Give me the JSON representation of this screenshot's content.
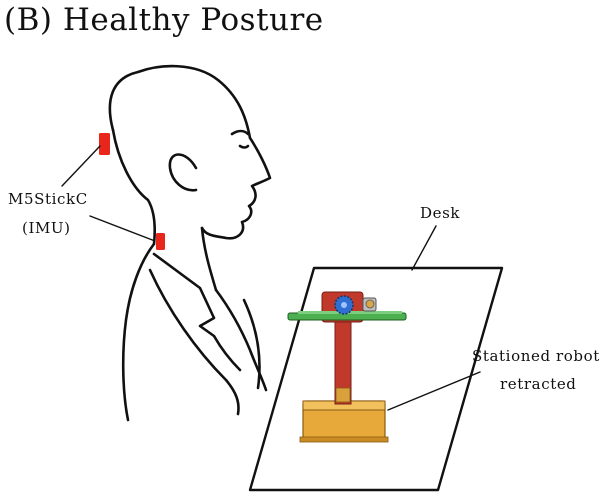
{
  "figure": {
    "title": "(B) Healthy Posture",
    "labels": {
      "sensor_line1": "M5StickC",
      "sensor_line2": "(IMU)",
      "desk": "Desk",
      "robot_line1": "Stationed robot",
      "robot_line2": "retracted"
    },
    "colors": {
      "sensor": "#e8261c",
      "arm": "#c0392b",
      "rail": "#4caf50",
      "base": "#e7a93a",
      "gear": "#2f6fd1",
      "outline": "#111111"
    }
  }
}
